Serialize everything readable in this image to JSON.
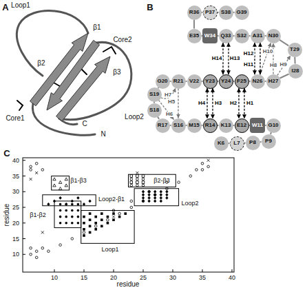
{
  "diagram": {
    "nodes": [
      {
        "text": [
          "K6"
        ]
      },
      {
        "text": [
          "L7"
        ]
      },
      {
        "text": [
          "P8"
        ]
      },
      {
        "text": [
          "P9"
        ]
      },
      {
        "text": [
          "G10"
        ]
      },
      {
        "text": [
          "W11"
        ]
      },
      {
        "text": [
          "E12"
        ]
      },
      {
        "text": [
          "K13"
        ]
      },
      {
        "text": [
          "R14"
        ]
      },
      {
        "text": [
          "M15"
        ]
      },
      {
        "text": [
          "S16"
        ]
      },
      {
        "text": [
          "R17"
        ]
      },
      {
        "text": [
          "S18"
        ]
      },
      {
        "text": [
          "S19"
        ]
      },
      {
        "text": [
          "G20"
        ]
      },
      {
        "text": [
          "R21"
        ]
      },
      {
        "text": [
          "V22"
        ]
      },
      {
        "text": [
          "Y23"
        ]
      },
      {
        "text": [
          "Y24"
        ]
      },
      {
        "text": [
          "F25"
        ]
      },
      {
        "text": [
          "N26"
        ]
      },
      {
        "text": [
          "H27"
        ]
      },
      {
        "text": [
          "I28"
        ]
      },
      {
        "text": [
          "T29"
        ]
      },
      {
        "text": [
          "N30"
        ]
      },
      {
        "text": [
          "A31"
        ]
      },
      {
        "text": [
          "S32"
        ]
      },
      {
        "text": [
          "Q33"
        ]
      },
      {
        "text": [
          "W34"
        ]
      },
      {
        "text": [
          "E35"
        ]
      },
      {
        "text": [
          "R36"
        ]
      },
      {
        "text": [
          "P37"
        ]
      },
      {
        "text": [
          "S38"
        ]
      },
      {
        "text": [
          "G39"
        ]
      }
    ],
    "edges": [
      {
        "from": 0,
        "to": 1,
        "arrow": "none"
      },
      {
        "from": 1,
        "to": 2,
        "arrow": "none"
      },
      {
        "from": 2,
        "to": 3,
        "arrow": "none"
      },
      {
        "from": 3,
        "to": 4,
        "arrow": "none"
      },
      {
        "from": 4,
        "to": 5,
        "arrow": "none"
      },
      {
        "from": 5,
        "to": 6,
        "arrow": "none"
      },
      {
        "from": 6,
        "to": 7,
        "arrow": "none"
      },
      {
        "from": 7,
        "to": 8,
        "arrow": "none"
      },
      {
        "from": 8,
        "to": 9,
        "arrow": "none"
      },
      {
        "from": 9,
        "to": 10,
        "arrow": "none"
      },
      {
        "from": 10,
        "to": 11,
        "arrow": "none"
      },
      {
        "from": 11,
        "to": 12,
        "arrow": "none"
      },
      {
        "from": 12,
        "to": 13,
        "arrow": "none"
      },
      {
        "from": 13,
        "to": 14,
        "arrow": "none"
      },
      {
        "from": 14,
        "to": 15,
        "arrow": "none"
      },
      {
        "from": 15,
        "to": 16,
        "arrow": "none"
      },
      {
        "from": 16,
        "to": 17,
        "arrow": "none"
      },
      {
        "from": 17,
        "to": 18,
        "arrow": "none"
      },
      {
        "from": 18,
        "to": 19,
        "arrow": "none"
      },
      {
        "from": 19,
        "to": 20,
        "arrow": "none"
      },
      {
        "from": 20,
        "to": 21,
        "arrow": "none"
      },
      {
        "from": 21,
        "to": 22,
        "arrow": "none"
      },
      {
        "from": 22,
        "to": 23,
        "arrow": "none"
      },
      {
        "from": 23,
        "to": 24,
        "arrow": "none"
      },
      {
        "from": 24,
        "to": 25,
        "arrow": "none"
      },
      {
        "from": 25,
        "to": 26,
        "arrow": "none"
      },
      {
        "from": 26,
        "to": 27,
        "arrow": "none"
      },
      {
        "from": 27,
        "to": 28,
        "arrow": "none"
      },
      {
        "from": 28,
        "to": 29,
        "arrow": "none"
      },
      {
        "from": 29,
        "to": 30,
        "arrow": "none"
      },
      {
        "from": 30,
        "to": 31,
        "arrow": "none"
      },
      {
        "from": 31,
        "to": 32,
        "arrow": "none"
      },
      {
        "from": 32,
        "to": 33,
        "arrow": "none"
      },
      {
        "from": 19,
        "to": 6,
        "arrow": "both",
        "label": "H1"
      },
      {
        "from": 19,
        "to": 6,
        "arrow": "both",
        "label": "H2"
      },
      {
        "from": 17,
        "to": 8,
        "arrow": "both",
        "label": "H3"
      },
      {
        "from": 17,
        "to": 8,
        "arrow": "both",
        "label": "H4"
      },
      {
        "from": 15,
        "to": 10,
        "arrow": "to",
        "label": "H5"
      },
      {
        "from": 13,
        "to": 10,
        "arrow": "to",
        "label": "H6"
      },
      {
        "from": 13,
        "to": 15,
        "arrow": "to",
        "label": "H7"
      },
      {
        "from": 21,
        "to": 24,
        "arrow": "to",
        "label": "H8"
      },
      {
        "from": 21,
        "to": 23,
        "arrow": "to",
        "label": "H9"
      },
      {
        "from": 20,
        "to": 24,
        "arrow": "to",
        "label": "H10"
      },
      {
        "from": 20,
        "to": 25,
        "arrow": "both",
        "label": "H11"
      },
      {
        "from": 20,
        "to": 25,
        "arrow": "both",
        "label": "H12"
      },
      {
        "from": 18,
        "to": 27,
        "arrow": "both",
        "label": "H13"
      },
      {
        "from": 18,
        "to": 27,
        "arrow": "both",
        "label": "H14"
      }
    ],
    "labels": [
      "A",
      "Loop1",
      "β1",
      "Core2",
      "β2",
      "β3",
      "Loop2",
      "Core1",
      "C",
      "N",
      "B",
      "C",
      "β1-β3",
      "β2-β3",
      "Loop2-β1",
      "β1-β2",
      "Loop2",
      "Loop1",
      "10",
      "15",
      "20",
      "25",
      "30",
      "35",
      "40",
      "10",
      "15",
      "20",
      "25",
      "30",
      "35",
      "40",
      "residue",
      "residue"
    ]
  }
}
